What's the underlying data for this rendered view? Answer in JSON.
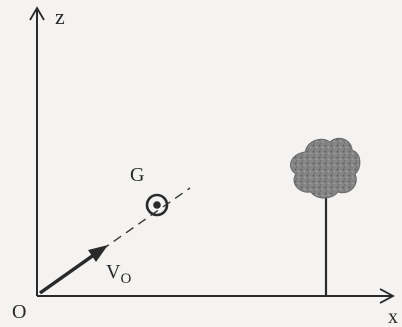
{
  "labels": {
    "z_axis": "z",
    "x_axis": "x",
    "origin": "O",
    "point_g": "G",
    "velocity_main": "V",
    "velocity_sub": "O"
  },
  "icons": {
    "target": "circle-dot-icon",
    "tree": "tree-icon"
  },
  "colors": {
    "ink": "#2a2a2a",
    "foliage": "#7d7d7d",
    "background": "#f4f3f1"
  }
}
